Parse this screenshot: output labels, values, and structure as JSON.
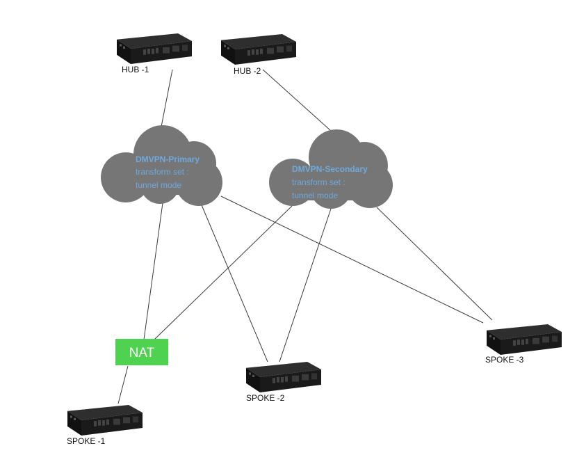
{
  "colors": {
    "cloud_fill": "#767676",
    "cloud_text": "#6fa8dc",
    "nat_fill": "#4fd24f",
    "nat_text": "#ffffff",
    "router_body": "#1c1c1c",
    "link_line": "#3a3a3a"
  },
  "clouds": {
    "primary": {
      "title": "DMVPN-Primary",
      "line1": "transform set :",
      "line2": "tunnel mode"
    },
    "secondary": {
      "title": "DMVPN-Secondary",
      "line1": "transform set :",
      "line2": "tunnel mode"
    }
  },
  "nodes": {
    "hub1": {
      "label": "HUB -1"
    },
    "hub2": {
      "label": "HUB -2"
    },
    "spoke1": {
      "label": "SPOKE -1"
    },
    "spoke2": {
      "label": "SPOKE -2"
    },
    "spoke3": {
      "label": "SPOKE -3"
    }
  },
  "nat": {
    "label": "NAT"
  },
  "icons": {
    "router": "router-icon",
    "cloud": "cloud-icon"
  }
}
